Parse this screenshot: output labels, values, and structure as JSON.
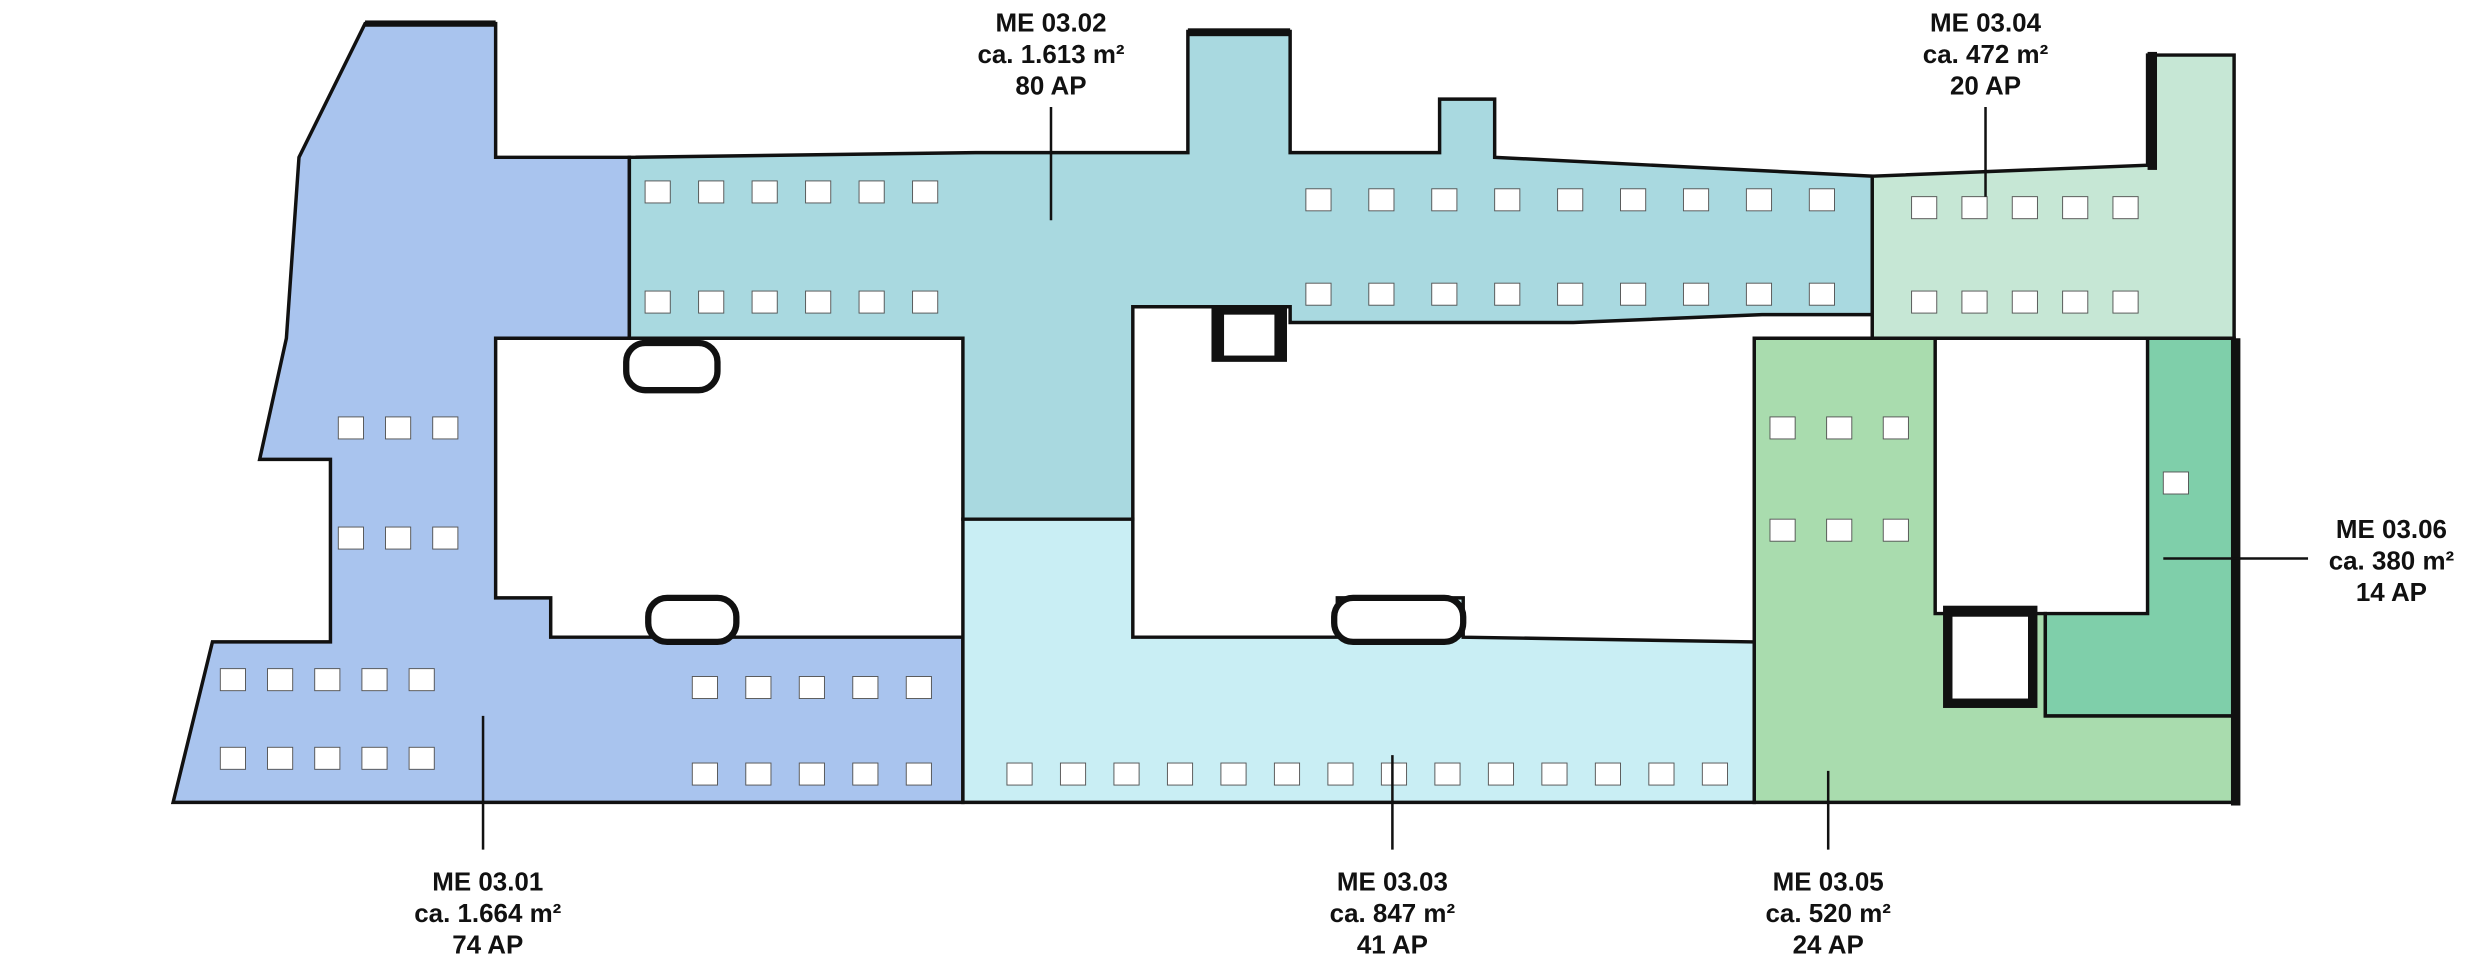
{
  "plan": {
    "units": [
      {
        "id": "ME 03.01",
        "area": "ca. 1.664 m²",
        "workplaces": "74 AP",
        "color": "#a9c4ee"
      },
      {
        "id": "ME 03.02",
        "area": "ca. 1.613 m²",
        "workplaces": "80 AP",
        "color": "#a9d9e0"
      },
      {
        "id": "ME 03.03",
        "area": "ca. 847 m²",
        "workplaces": "41 AP",
        "color": "#c9eef4"
      },
      {
        "id": "ME 03.04",
        "area": "ca. 472 m²",
        "workplaces": "20 AP",
        "color": "#c6e7d5"
      },
      {
        "id": "ME 03.05",
        "area": "ca. 520 m²",
        "workplaces": "24 AP",
        "color": "#a9dcae"
      },
      {
        "id": "ME 03.06",
        "area": "ca. 380 m²",
        "workplaces": "14 AP",
        "color": "#7fcfaa"
      }
    ]
  }
}
